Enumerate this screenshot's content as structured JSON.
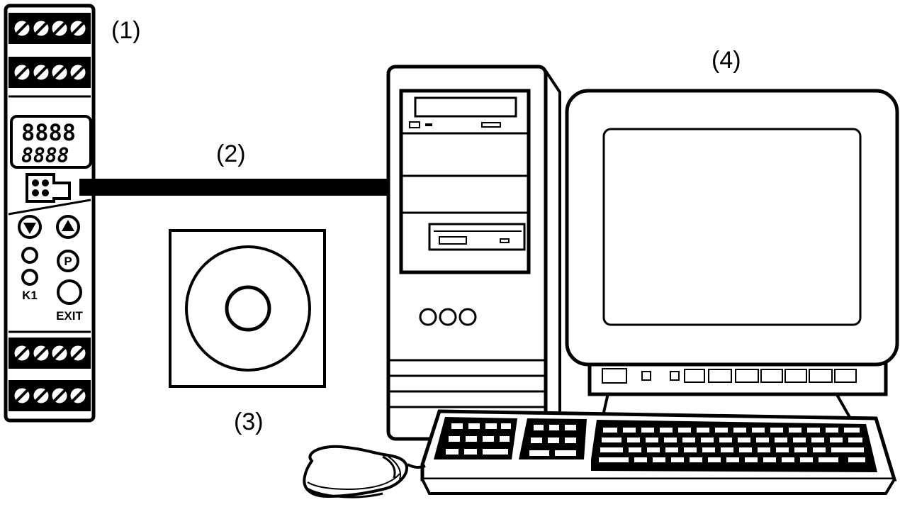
{
  "labels": {
    "device": "(1)",
    "cable": "(2)",
    "cd": "(3)",
    "pc": "(4)"
  },
  "device": {
    "display_top": "8888",
    "display_bottom": "8888",
    "button_k1": "K1",
    "button_p": "P",
    "button_exit": "EXIT"
  }
}
